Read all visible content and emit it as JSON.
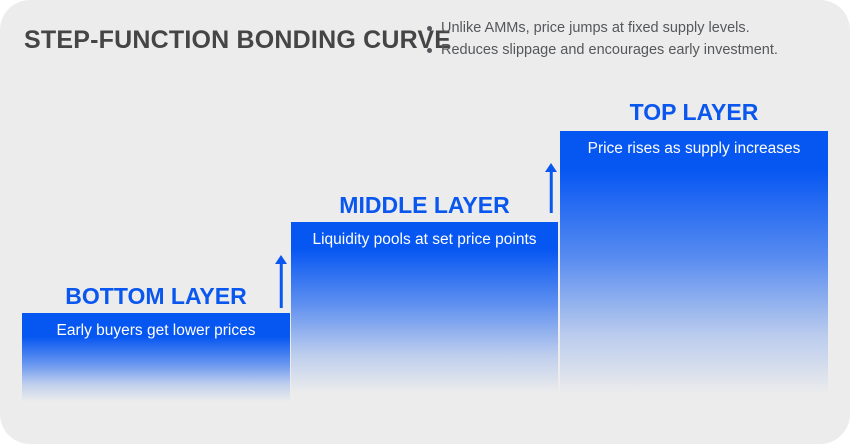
{
  "header": {
    "title": "STEP-FUNCTION BONDING CURVE",
    "bullets": [
      "Unlike AMMs, price jumps at fixed supply levels.",
      "Reduces slippage and encourages early investment."
    ]
  },
  "layers": [
    {
      "id": "bottom",
      "heading": "BOTTOM LAYER",
      "description": "Early buyers get lower prices"
    },
    {
      "id": "middle",
      "heading": "MIDDLE LAYER",
      "description": "Liquidity pools at set price points"
    },
    {
      "id": "top",
      "heading": "TOP LAYER",
      "description": "Price rises as supply increases"
    }
  ],
  "icons": [
    {
      "name": "up-arrow-icon",
      "meaning": "price steps up to next layer"
    },
    {
      "name": "up-arrow-icon",
      "meaning": "price steps up to next layer"
    }
  ],
  "colors": {
    "accent_blue": "#0656F2",
    "heading_blue": "#0A57F0",
    "title_gray": "#454545",
    "bullet_gray": "#55575A",
    "canvas_background": "#ECECEC",
    "block_text": "#FFFFFF"
  }
}
